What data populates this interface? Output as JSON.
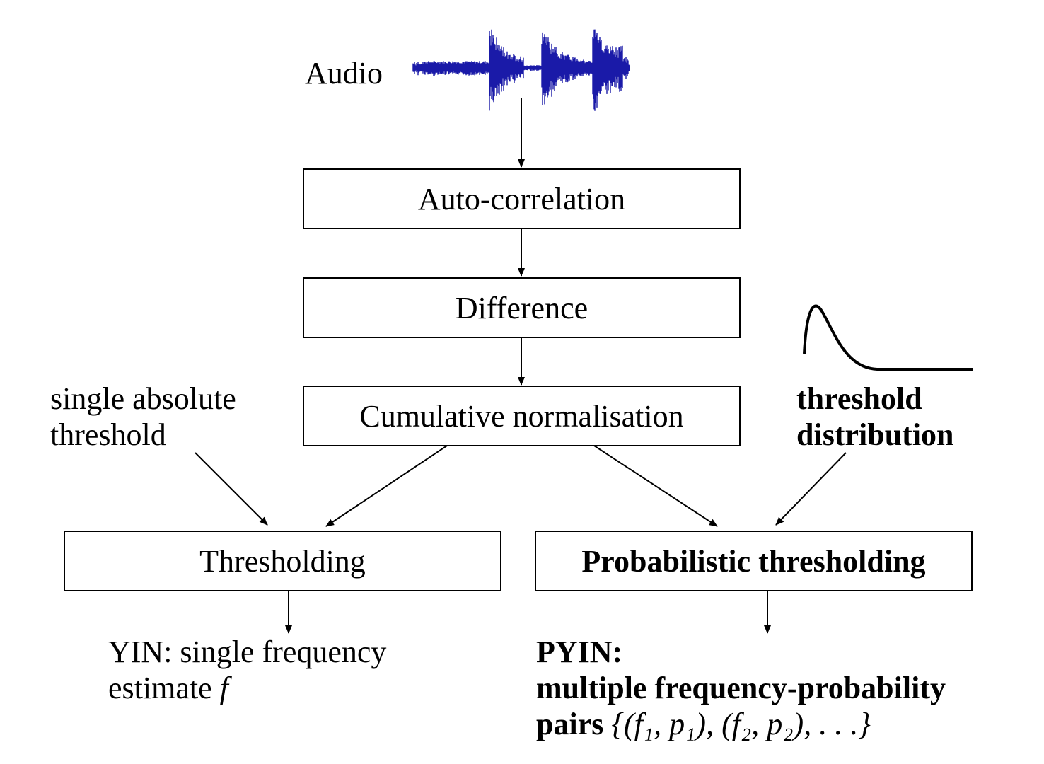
{
  "audio": {
    "label": "Audio",
    "waveform_color": "#1a1aa8"
  },
  "steps": {
    "autocorrelation": "Auto-correlation",
    "difference": "Difference",
    "cumulative": "Cumulative normalisation",
    "thresholding": "Thresholding",
    "probabilistic": "Probabilistic thresholding"
  },
  "inputs": {
    "single_threshold": [
      "single absolute",
      "threshold"
    ],
    "threshold_distribution": [
      "threshold",
      "distribution"
    ]
  },
  "outputs": {
    "yin": {
      "line1": "YIN: single frequency",
      "line2_text": "estimate ",
      "line2_math": "f"
    },
    "pyin": {
      "line1": "PYIN:",
      "line2": "multiple frequency-probability",
      "line3_text": "pairs",
      "line3_math": "{(f₁, p₁), (f₂, p₂), . . .}"
    }
  }
}
